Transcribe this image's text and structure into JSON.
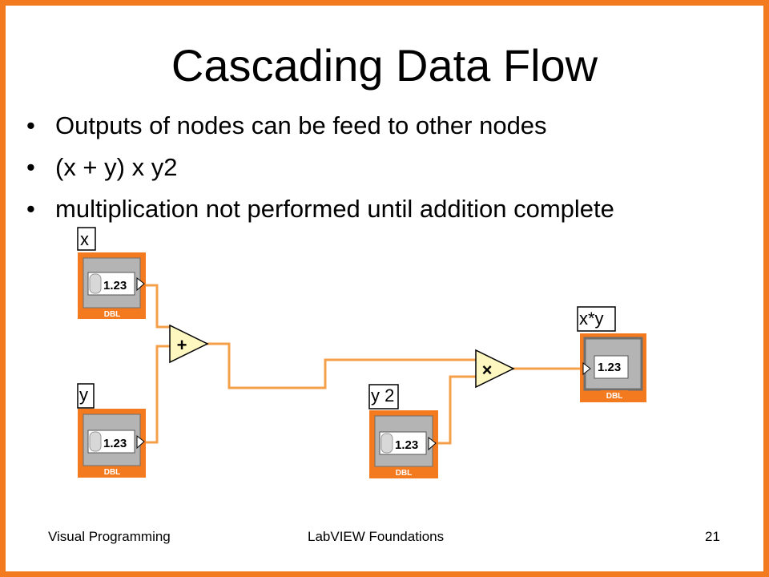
{
  "slide": {
    "title": "Cascading Data Flow",
    "bullets": [
      "Outputs of nodes can be feed to other nodes",
      "(x + y) x y2",
      "multiplication not performed until addition complete"
    ]
  },
  "diagram": {
    "controls": [
      {
        "label": "x",
        "value": "1.23",
        "type": "DBL"
      },
      {
        "label": "y",
        "value": "1.23",
        "type": "DBL"
      },
      {
        "label": "y 2",
        "value": "1.23",
        "type": "DBL"
      }
    ],
    "indicator": {
      "label": "x*y",
      "value": "1.23",
      "type": "DBL"
    },
    "add_node": {
      "symbol": "+"
    },
    "multiply_node": {
      "symbol": "×"
    }
  },
  "footer": {
    "left": "Visual Programming",
    "center": "LabVIEW Foundations",
    "page": "21"
  },
  "colors": {
    "border": "#f47a20",
    "wire": "#f4a04a",
    "node_fill": "#fff7c0",
    "terminal_gray": "#a9a9a9"
  }
}
